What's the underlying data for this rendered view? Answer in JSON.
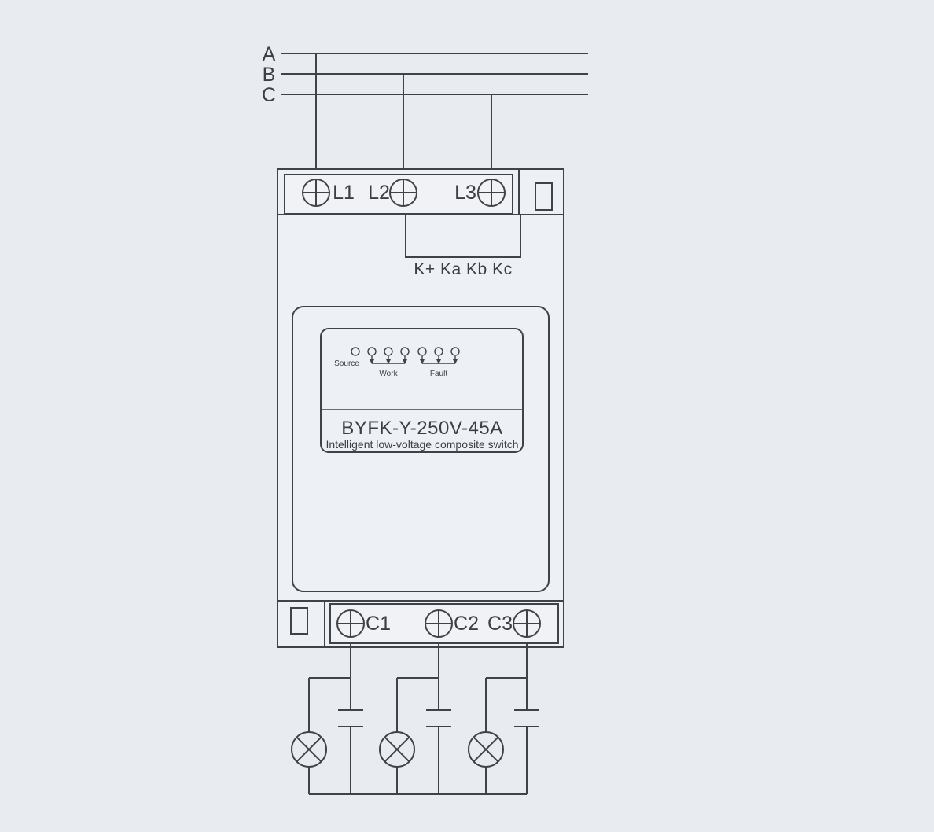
{
  "colors": {
    "bg": "#e8ecf1",
    "device_fill": "#edf0f4",
    "box_fill": "#f0f2f6",
    "line": "#3f4347",
    "text": "#3b3f43"
  },
  "phases": {
    "a": "A",
    "b": "B",
    "c": "C"
  },
  "device": {
    "model": "BYFK-Y-250V-45A",
    "description": "Intelligent low-voltage composite switch",
    "top_terminals": {
      "l1": "L1",
      "l2": "L2",
      "l3": "L3"
    },
    "control_terminals_label": "K+ Ka Kb Kc",
    "indicators": {
      "source": "Source",
      "work": "Work",
      "fault": "Fault"
    },
    "bottom_terminals": {
      "c1": "C1",
      "c2": "C2",
      "c3": "C3"
    }
  },
  "loads": {
    "capacitors": 3,
    "lamps": 3
  }
}
